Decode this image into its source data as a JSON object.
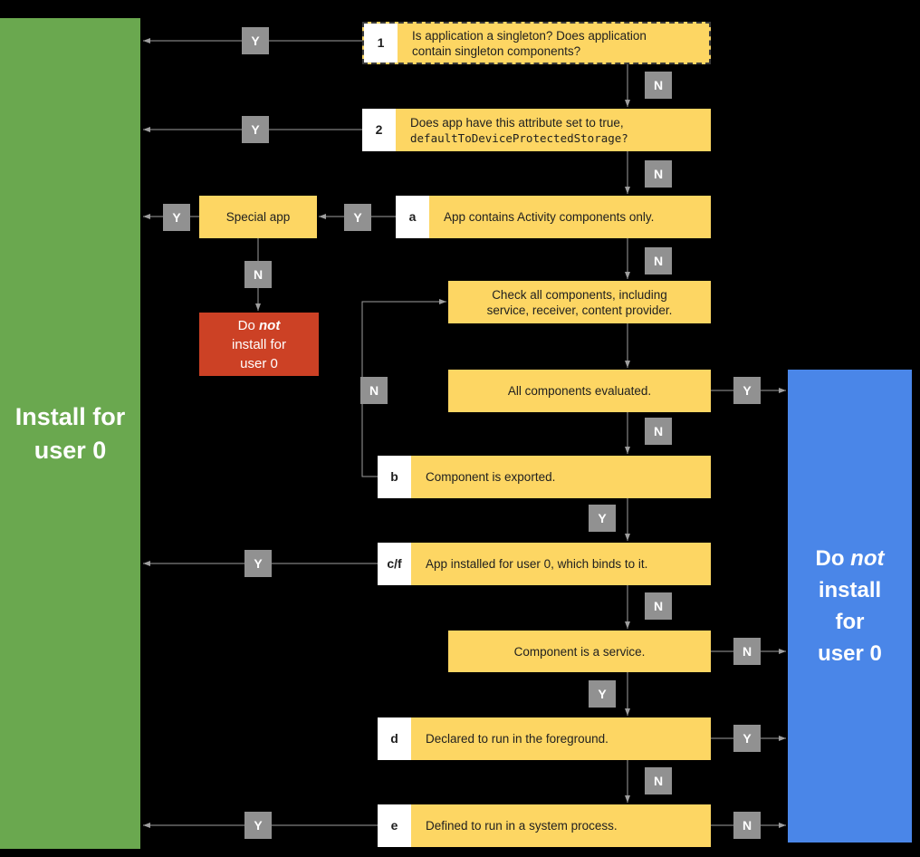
{
  "colors": {
    "background": "#000000",
    "green": "#6aa84f",
    "blue": "#4a86e8",
    "yellow": "#fdd663",
    "red": "#cc4125",
    "label_gray": "#919191",
    "wire_gray": "#9e9e9e"
  },
  "terminal_green": {
    "line1": "Install for",
    "line2": "user 0"
  },
  "terminal_blue": {
    "pre": "Do",
    "emph": "not",
    "line2": "install",
    "line3": "for",
    "line4": "user 0"
  },
  "red_box": {
    "pre": "Do",
    "emph": "not",
    "line2": "install for",
    "line3": "user 0"
  },
  "special_app": "Special app",
  "nodes": {
    "n1": {
      "badge": "1",
      "line1": "Is application a singleton? Does application",
      "line2": "contain singleton components?"
    },
    "n2": {
      "badge": "2",
      "line1": "Does app have this attribute set to true,",
      "mono": "defaultToDeviceProtectedStorage?"
    },
    "na": {
      "badge": "a",
      "text": "App contains Activity components only."
    },
    "ncheck": {
      "line1": "Check all components, including",
      "line2": "service, receiver, content provider."
    },
    "nall": {
      "text": "All components evaluated."
    },
    "nb": {
      "badge": "b",
      "text": "Component is exported."
    },
    "ncf": {
      "badge": "c/f",
      "text": "App installed for user 0, which binds to it."
    },
    "nservice": {
      "text": "Component is a service."
    },
    "nd": {
      "badge": "d",
      "text": "Declared to run in the foreground."
    },
    "ne": {
      "badge": "e",
      "text": "Defined to run in a system process."
    }
  },
  "edge_labels": {
    "yes": "Y",
    "no": "N"
  }
}
